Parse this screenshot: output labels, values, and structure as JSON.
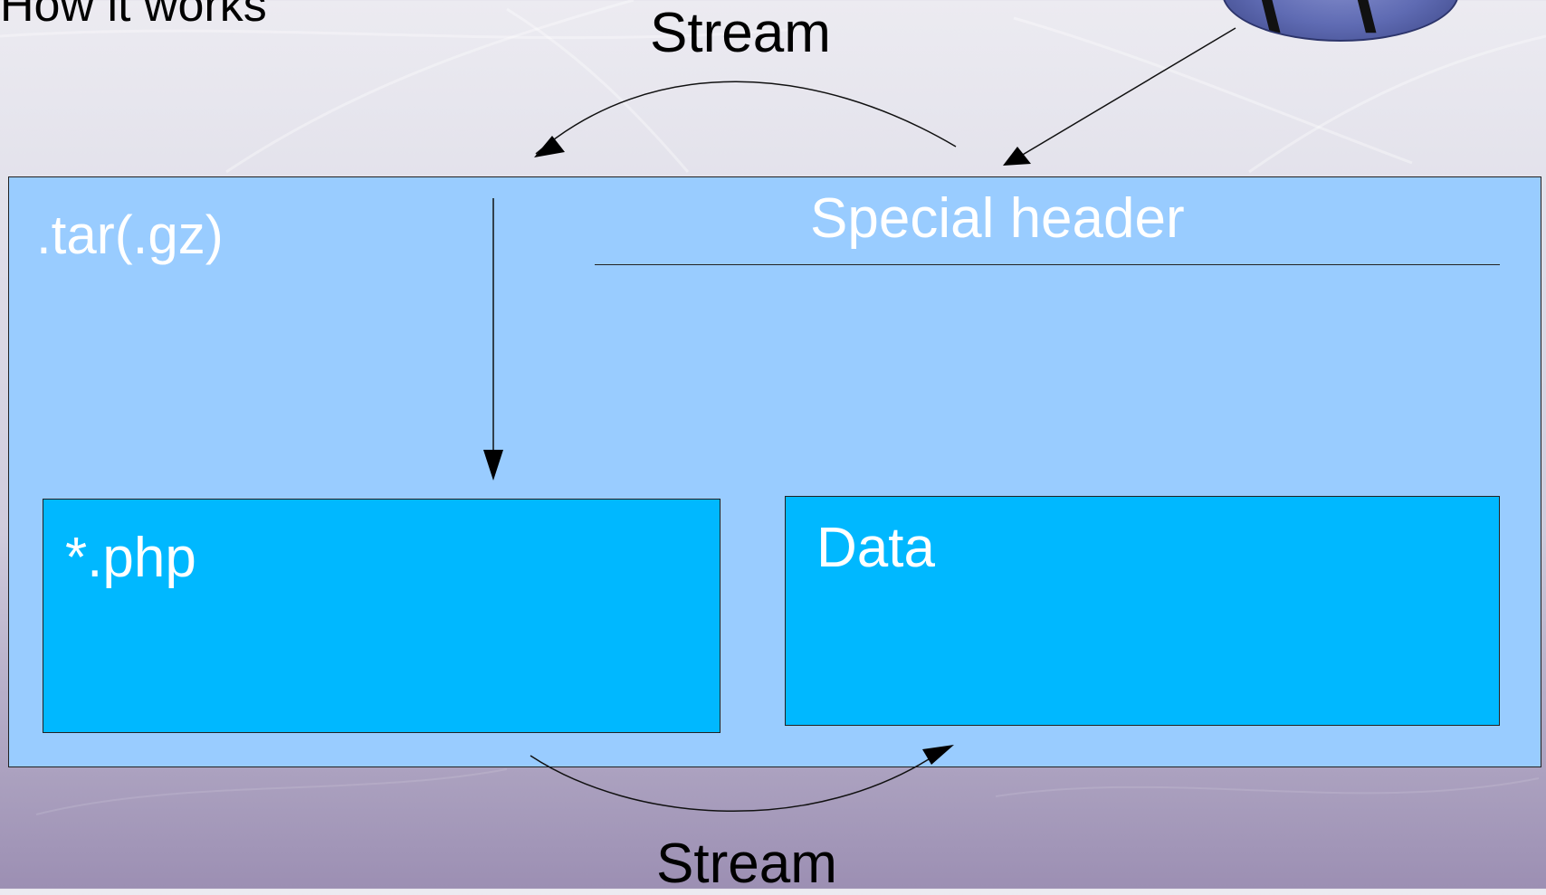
{
  "slide": {
    "title": "How it works"
  },
  "diagram": {
    "stream_top_label": "Stream",
    "stream_bottom_label": "Stream",
    "archive_label": ".tar(.gz)",
    "header_label": "Special header",
    "php_label": "*.php",
    "data_label": "Data"
  },
  "colors": {
    "outer_box": "#99ccff",
    "inner_box": "#00b8ff",
    "logo": "#5f6bb3"
  }
}
